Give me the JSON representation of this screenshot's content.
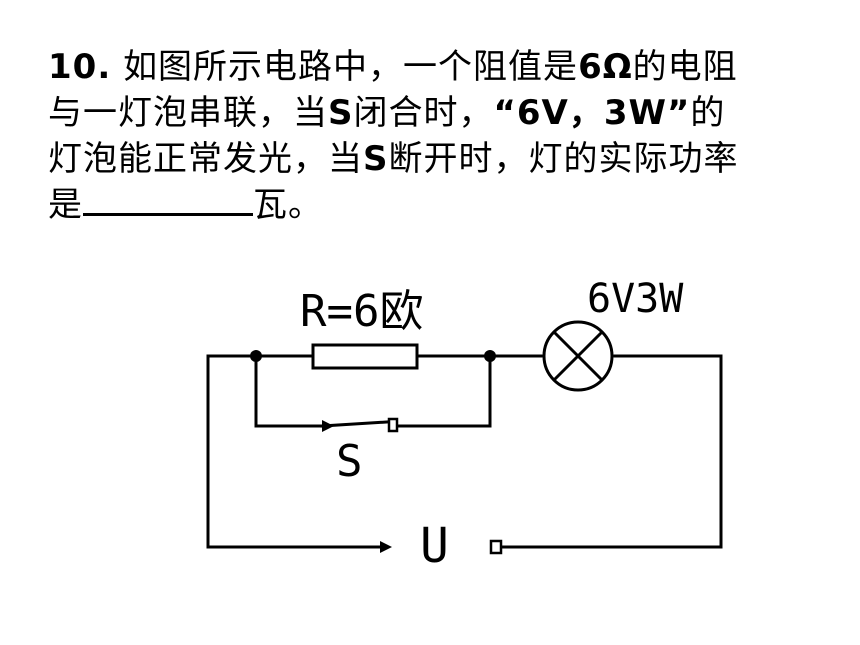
{
  "question": {
    "number": "10",
    "dot": ".",
    "line1_text_a": "如图所示电路中，一个阻值是",
    "line1_value": "6Ω",
    "line1_text_b": "的电阻",
    "line2_text_a": "与一灯泡串联，当",
    "line2_switch": "S",
    "line2_text_b": "闭合时，",
    "line2_rating": "“6V，3W”",
    "line2_text_c": "的",
    "line3_text_a": "灯泡能正常发光，当",
    "line3_switch": "S",
    "line3_text_b": "断开时，灯的实际功率",
    "line4_text_a": "是",
    "line4_text_b": "瓦。"
  },
  "circuit": {
    "resistor_label": "R=6欧",
    "lamp_label": "6V3W",
    "switch_label": "S",
    "source_label": "U"
  }
}
